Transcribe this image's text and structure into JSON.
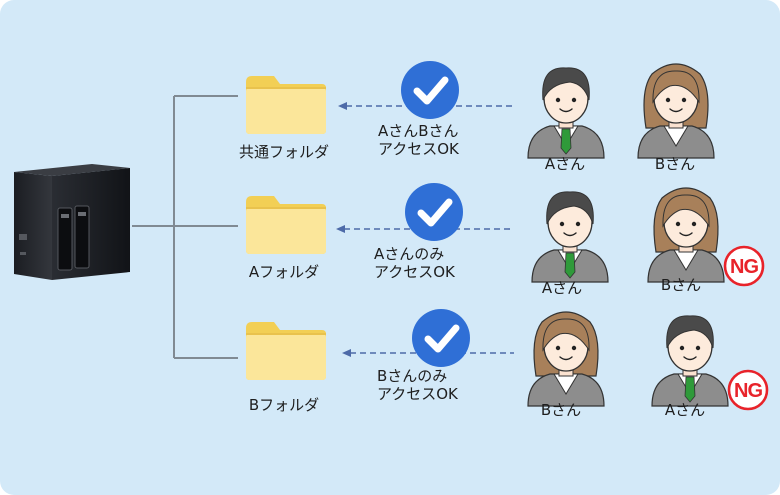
{
  "folders": [
    {
      "name": "共通フォルダ",
      "access": [
        "AさんBさん",
        "アクセスOK"
      ],
      "people": [
        {
          "label": "Aさん",
          "gender": "male",
          "ng": false
        },
        {
          "label": "Bさん",
          "gender": "female",
          "ng": false
        }
      ]
    },
    {
      "name": "Aフォルダ",
      "access": [
        "Aさんのみ",
        "アクセスOK"
      ],
      "people": [
        {
          "label": "Aさん",
          "gender": "male",
          "ng": false
        },
        {
          "label": "Bさん",
          "gender": "female",
          "ng": true
        }
      ]
    },
    {
      "name": "Bフォルダ",
      "access": [
        "Bさんのみ",
        "アクセスOK"
      ],
      "people": [
        {
          "label": "Bさん",
          "gender": "female",
          "ng": false
        },
        {
          "label": "Aさん",
          "gender": "male",
          "ng": true
        }
      ]
    }
  ],
  "ng_text": "NG",
  "icons": {
    "server": "nas-server-icon",
    "folder": "folder-icon",
    "check": "check-circle-icon",
    "ng": "ng-stamp-icon"
  },
  "colors": {
    "background": "#d3e9f8",
    "folder": "#fbe69a",
    "check": "#2f6fd6",
    "arrow": "#4d6aa8",
    "ng": "#e8232a",
    "suit": "#8d8d8d",
    "male_hair": "#4a4a4a",
    "female_hair": "#a8805a",
    "male_tie": "#2f9a3a"
  }
}
